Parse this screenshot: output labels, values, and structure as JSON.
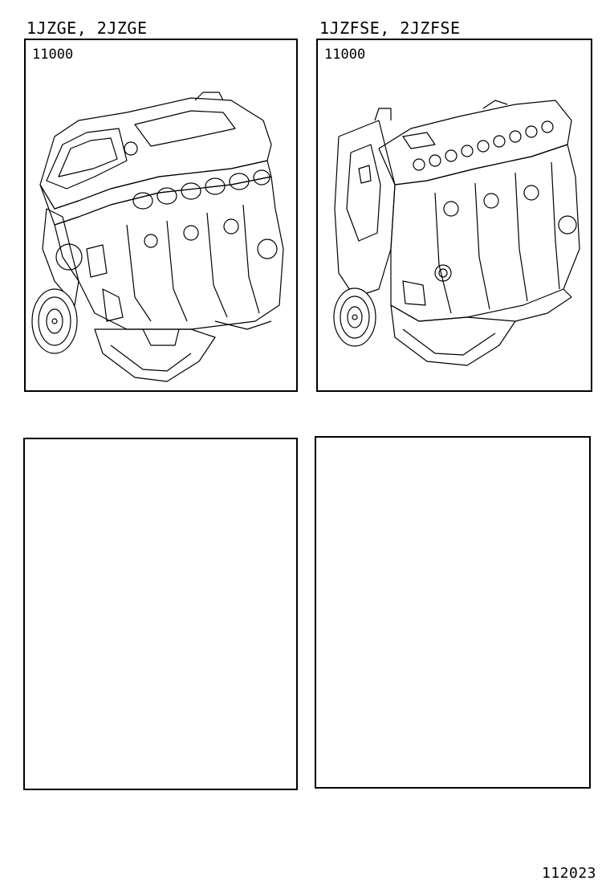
{
  "page": {
    "footer_code": "112023"
  },
  "groups": [
    {
      "heading": "1JZGE, 2JZGE",
      "part_number": "11000",
      "illustration_icon": "engine-assembly-icon"
    },
    {
      "heading": "1JZFSE, 2JZFSE",
      "part_number": "11000",
      "illustration_icon": "engine-assembly-icon"
    }
  ],
  "empty_panels": 2
}
